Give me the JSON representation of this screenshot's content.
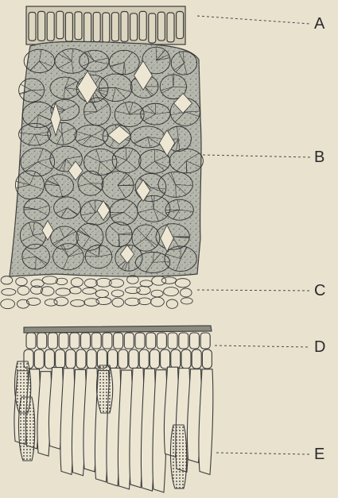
{
  "colors": {
    "background": "#e8e2cf",
    "ink": "#3b3b3b",
    "stipple": "#8a8f86"
  },
  "labels": {
    "a": "A",
    "b": "B",
    "c": "C",
    "d": "D",
    "e": "E"
  }
}
